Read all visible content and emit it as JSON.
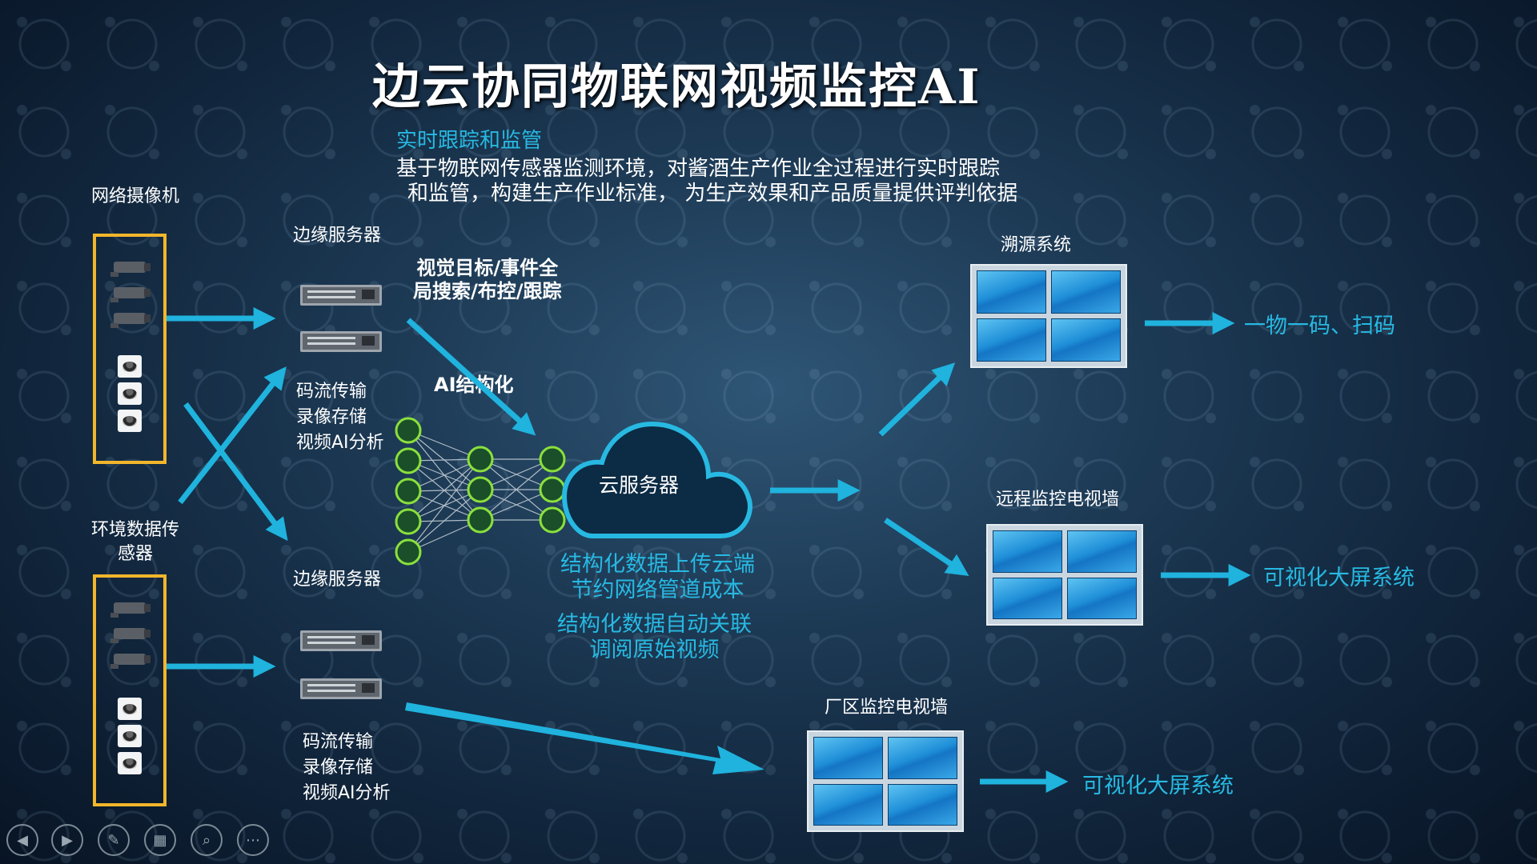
{
  "title": "边云协同物联网视频监控AI",
  "subtitle": "实时跟踪和监管",
  "description": {
    "line1": "基于物联网传感器监测环境，对酱酒生产作业全过程进行实时跟踪",
    "line2": "和监管，构建生产作业标准， 为生产效果和产品质量提供评判依据"
  },
  "labels": {
    "network_camera": "网络摄像机",
    "env_sensor_l1": "环境数据传",
    "env_sensor_l2": "感器",
    "edge_server_top": "边缘服务器",
    "edge_server_bottom": "边缘服务器",
    "vision_l1": "视觉目标/事件全",
    "vision_l2": "局搜索/布控/跟踪",
    "ai_struct": "AI结构化",
    "cloud_server": "云服务器",
    "stream_top": [
      "码流传输",
      "录像存储",
      "视频AI分析"
    ],
    "stream_bottom": [
      "码流传输",
      "录像存储",
      "视频AI分析"
    ],
    "struct1_l1": "结构化数据上传云端",
    "struct1_l2": "节约网络管道成本",
    "struct2_l1": "结构化数据自动关联",
    "struct2_l2": "调阅原始视频",
    "trace_system": "溯源系统",
    "remote_wall": "远程监控电视墙",
    "factory_wall": "厂区监控电视墙",
    "trace_output": "一物一码、扫码",
    "remote_output": "可视化大屏系统",
    "factory_output": "可视化大屏系统"
  },
  "colors": {
    "accent": "#27b9e2",
    "box_border": "#f2b62b",
    "arrow": "#1fb3de",
    "node": "#8be03c"
  },
  "nav": {
    "buttons": [
      "prev-icon",
      "next-icon",
      "pen-icon",
      "slides-icon",
      "zoom-icon",
      "more-icon"
    ]
  }
}
